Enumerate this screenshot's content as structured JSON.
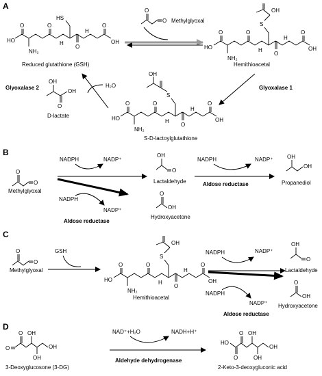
{
  "panels": {
    "a": {
      "letter": "A",
      "methylglyoxal": "Methylglyoxal",
      "gsh": "Reduced glutathione (GSH)",
      "hemithioacetal": "Hemithioacetal",
      "glyoxalase1": "Glyoxalase 1",
      "glyoxalase2": "Glyoxalase 2",
      "water": "H₂O",
      "d_lactate": "D-lactate",
      "lactoyl": "S-D-lactoylglutathione"
    },
    "b": {
      "letter": "B",
      "methylglyoxal": "Methylglyoxal",
      "nadph_top": "NADPH",
      "nadp_top": "NADP⁺",
      "nadph_bottom": "NADPH",
      "nadp_bottom": "NADP⁺",
      "lactaldehyde": "Lactaldehyde",
      "hydroxyacetone": "Hydroxyacetone",
      "aldose1": "Aldose reductase",
      "nadph_right": "NADPH",
      "nadp_right": "NADP⁺",
      "aldose2": "Aldose reductase",
      "propanediol": "Propanediol"
    },
    "c": {
      "letter": "C",
      "methylglyoxal": "Methylglyoxal",
      "gsh": "GSH",
      "hemithioacetal": "Hemithioacetal",
      "nadph_top": "NADPH",
      "nadp_top": "NADP⁺",
      "nadph_bottom": "NADPH",
      "nadp_bottom": "NADP⁺",
      "aldose": "Aldose reductase",
      "lactaldehyde": "Lactaldehyde",
      "hydroxyacetone": "Hydroxyacetone"
    },
    "d": {
      "letter": "D",
      "substrate": "3-Deoxyglucosone (3-DG)",
      "cofactor_in": "NAD⁺+H₂O",
      "cofactor_out": "NADH+H⁺",
      "enzyme": "Aldehyde dehydrogenase",
      "product": "2-Keto-3-deoxygluconic acid"
    }
  },
  "atoms": {
    "O": "O",
    "OH": "OH",
    "HO": "HO",
    "NH": "H",
    "N": "N",
    "NH2": "NH₂",
    "S": "S",
    "HS": "HS"
  }
}
